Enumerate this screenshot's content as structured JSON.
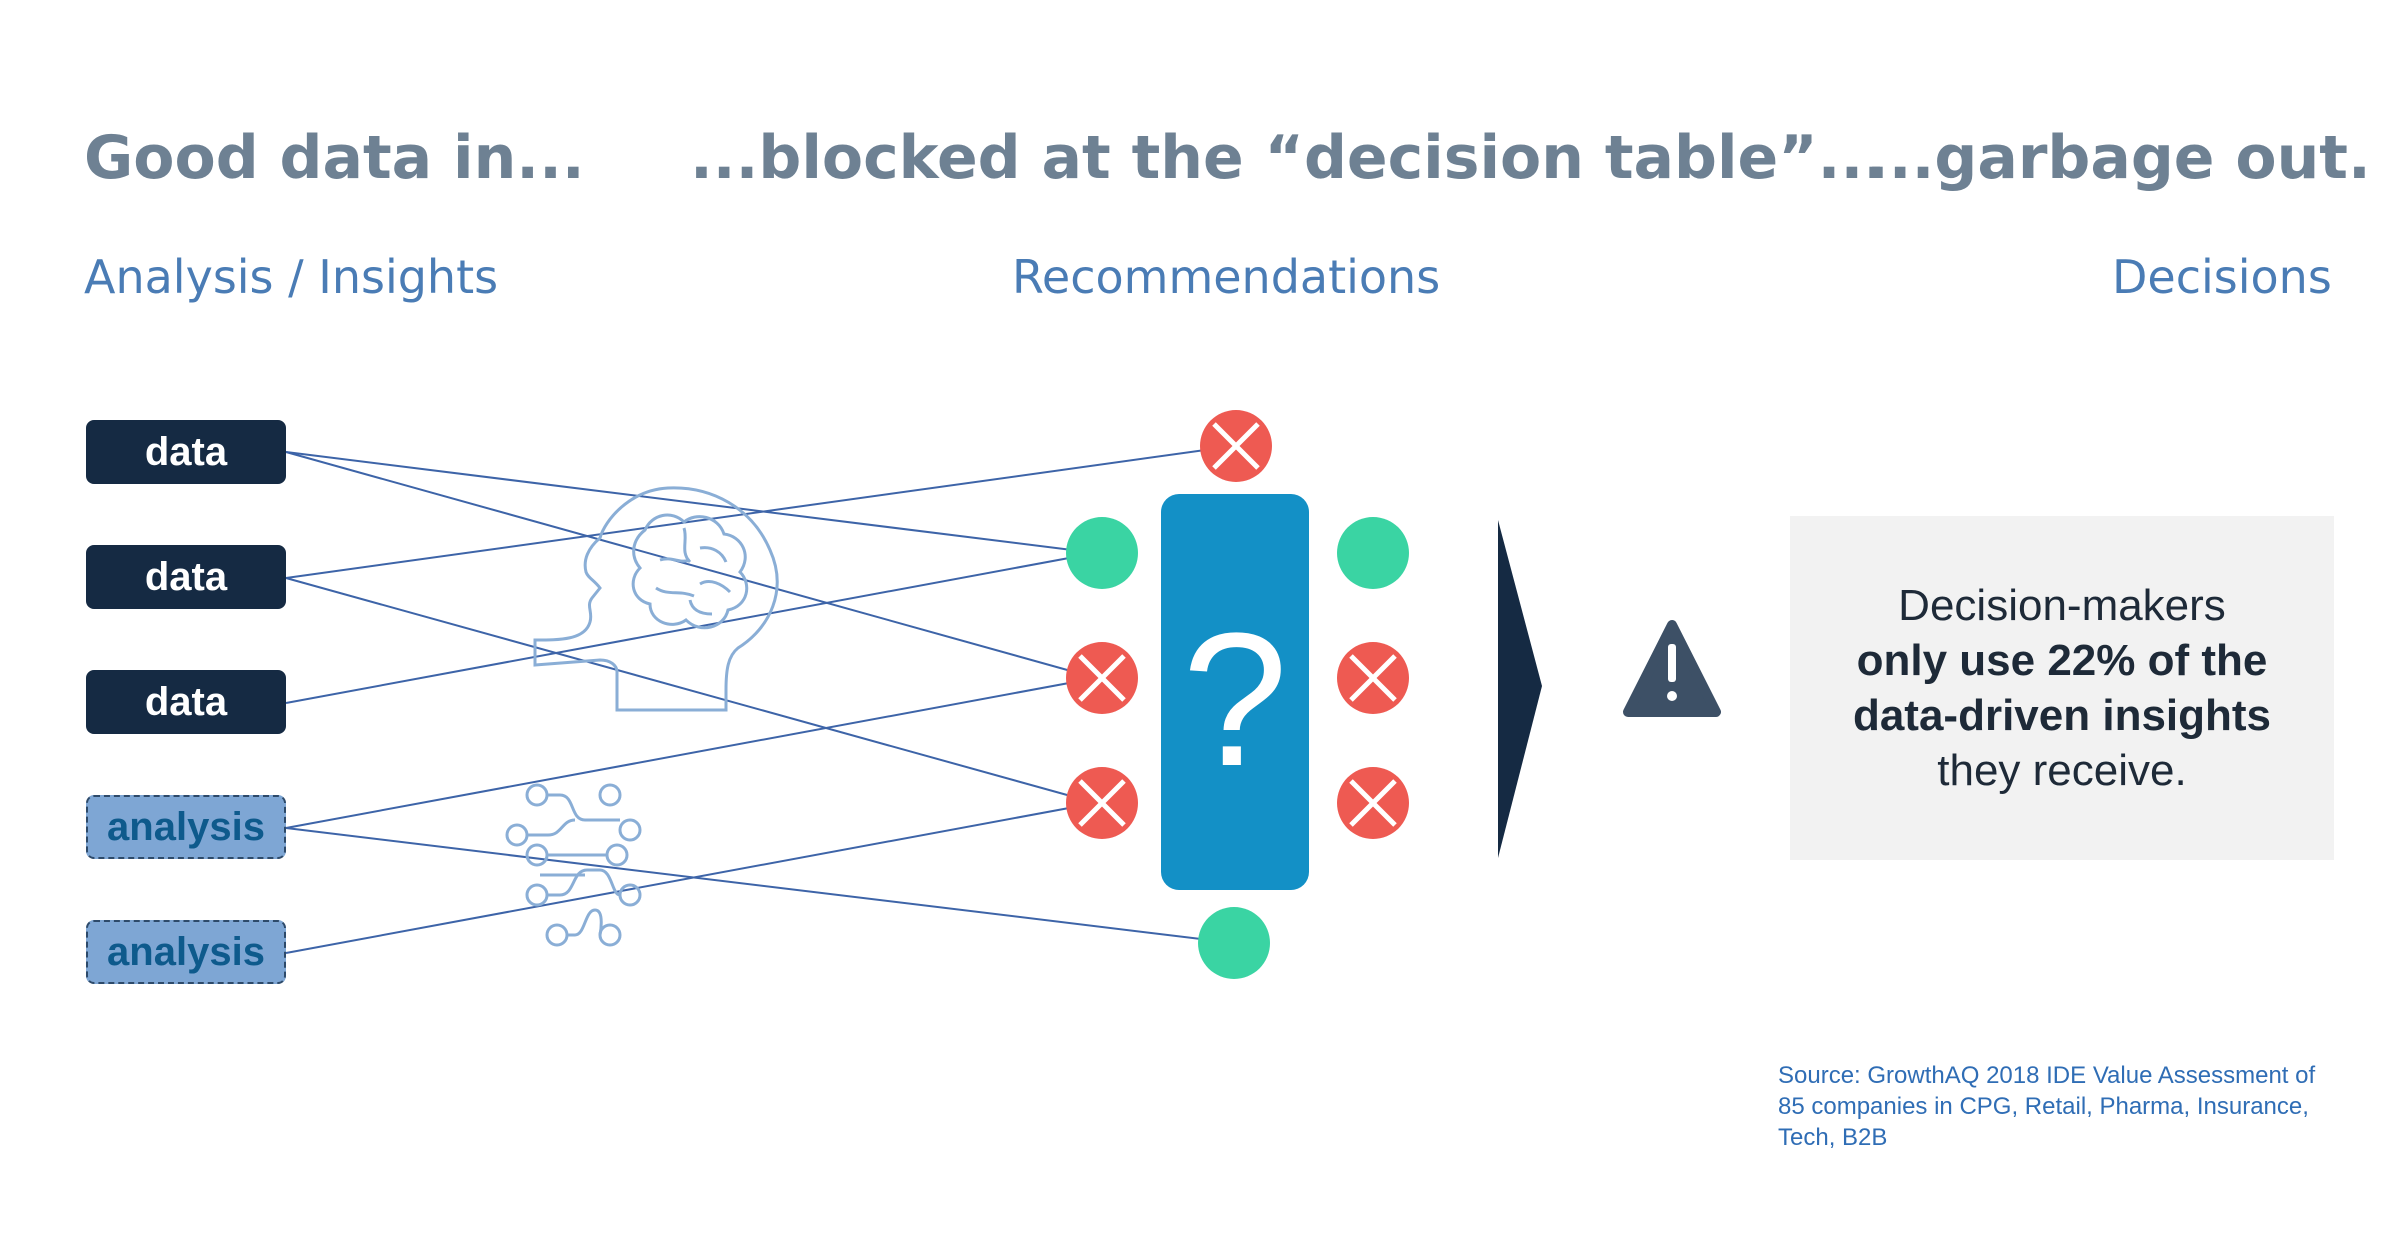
{
  "headings": {
    "left": "Good data in...",
    "middle": "...blocked at the “decision table”...",
    "right": "...garbage out."
  },
  "subheadings": {
    "left": "Analysis / Insights",
    "middle": "Recommendations",
    "right": "Decisions"
  },
  "inputs": [
    {
      "label": "data",
      "kind": "data"
    },
    {
      "label": "data",
      "kind": "data"
    },
    {
      "label": "data",
      "kind": "data"
    },
    {
      "label": "analysis",
      "kind": "analysis"
    },
    {
      "label": "analysis",
      "kind": "analysis"
    }
  ],
  "decision_table": {
    "symbol": "?"
  },
  "icons": {
    "brain": "brain-head-icon",
    "circuit": "circuit-icon",
    "arrow": "arrow-right-icon",
    "warning": "warning-icon",
    "accepted": "accepted-dot-icon",
    "rejected": "rejected-x-icon"
  },
  "colors": {
    "data_pill": "#152a43",
    "analysis_pill": "#7ea6d4",
    "accepted": "#3ad4a3",
    "rejected": "#ee5a52",
    "table": "#1390c6",
    "lines": "#3d64a8"
  },
  "callout": {
    "line1": "Decision-makers",
    "line2": "only use 22% of the",
    "line3": "data-driven insights",
    "line4": "they receive."
  },
  "source": {
    "line1": "Source: GrowthAQ 2018 IDE Value Assessment of",
    "line2": "85 companies in CPG, Retail, Pharma, Insurance,",
    "line3": "Tech, B2B"
  }
}
